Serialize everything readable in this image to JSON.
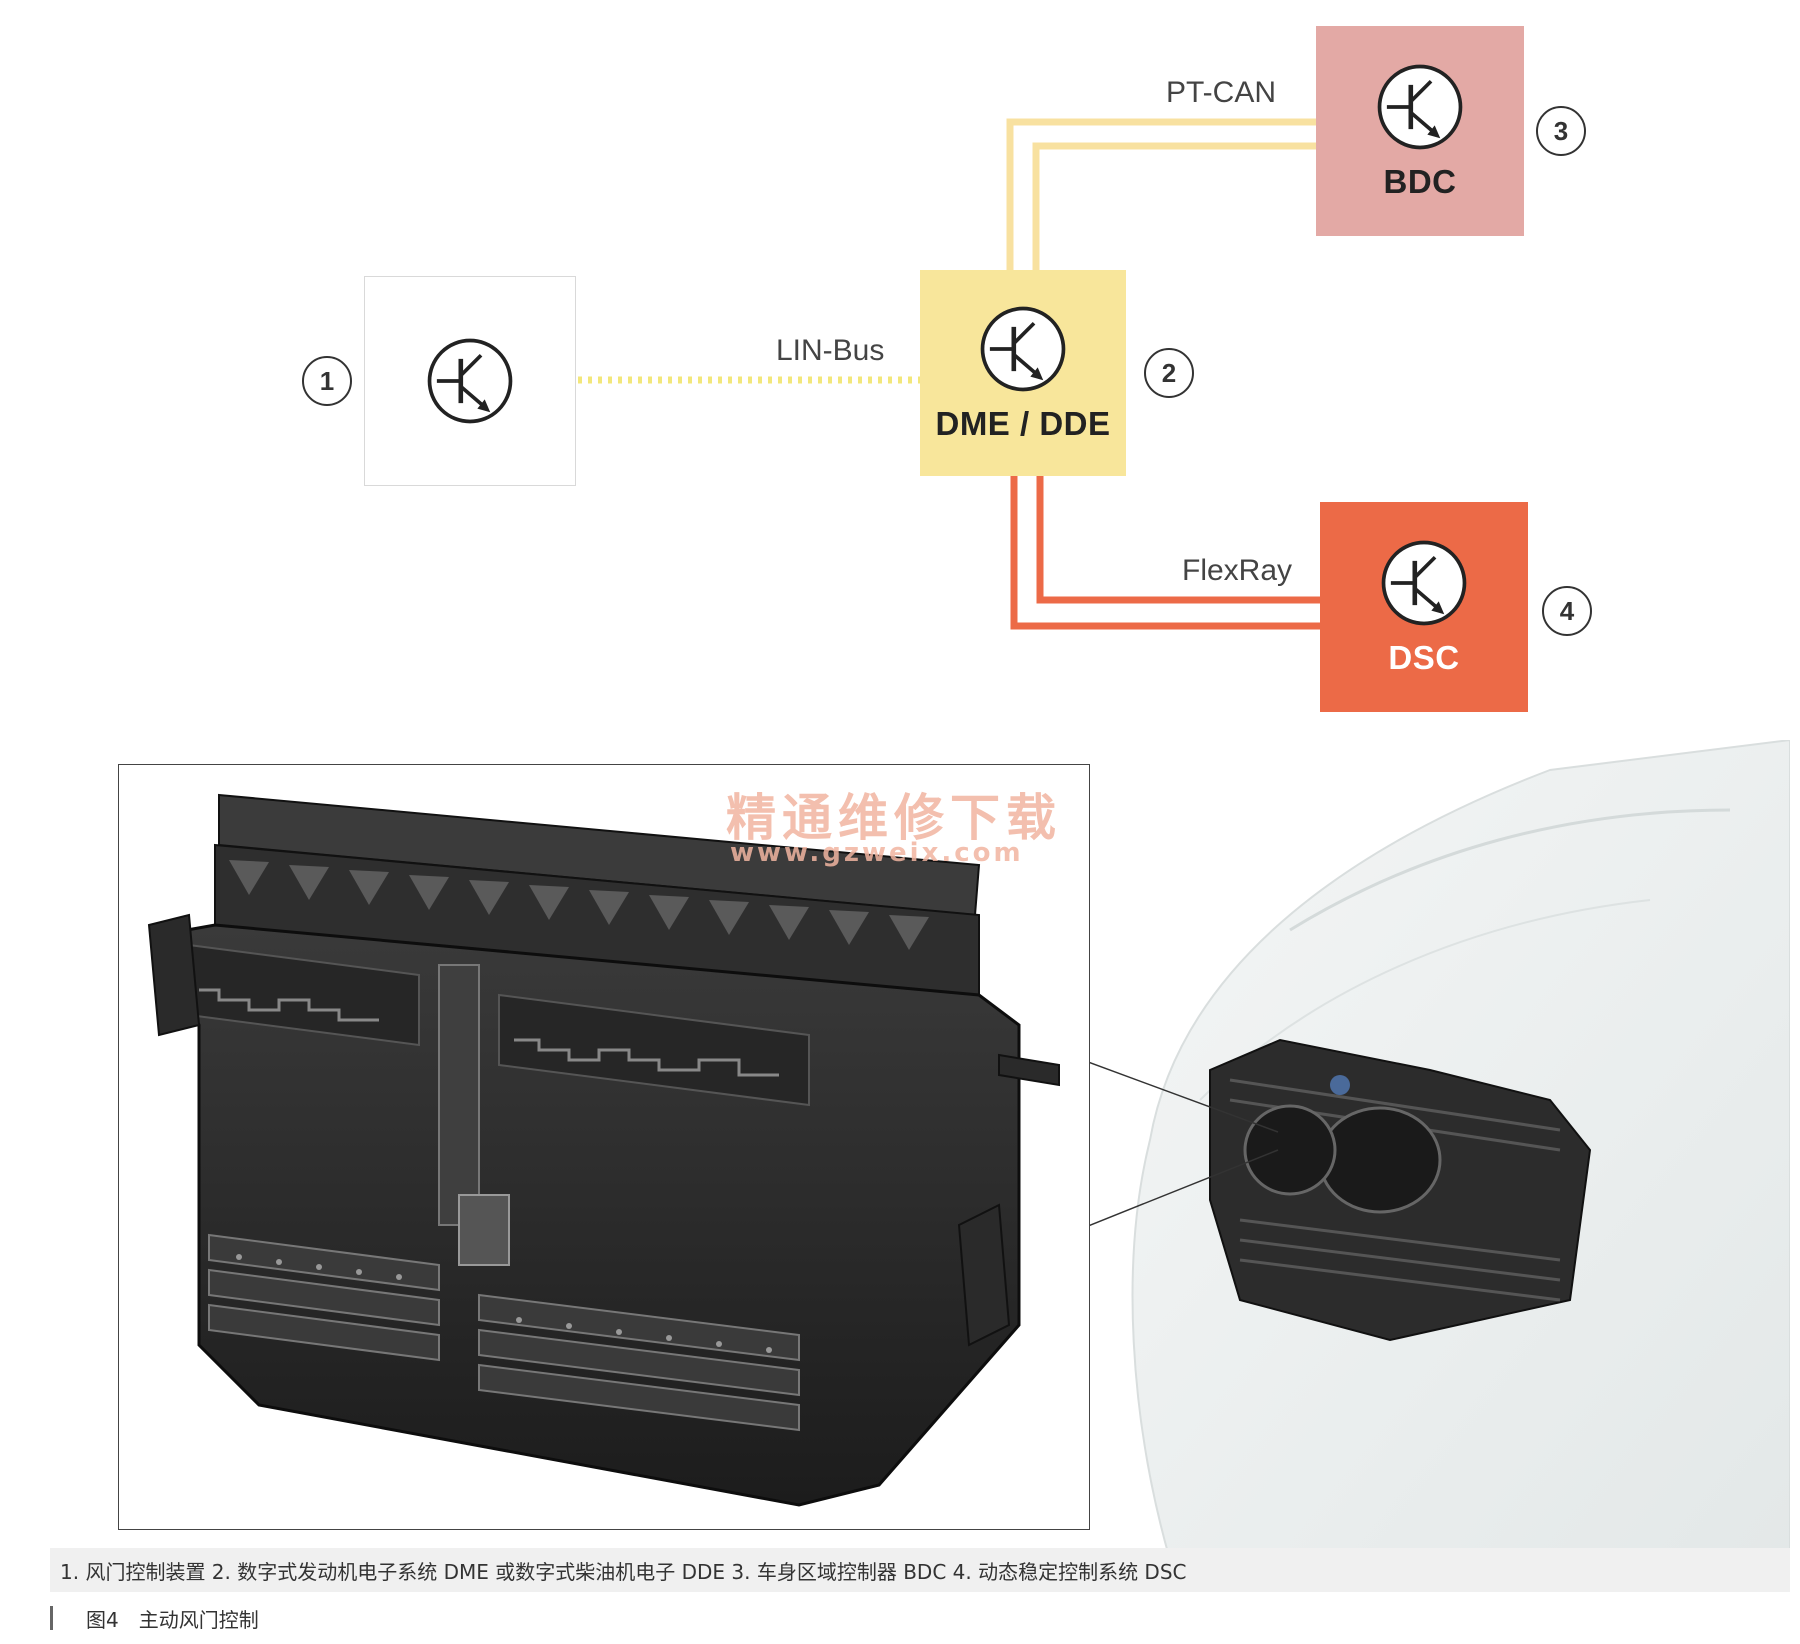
{
  "diagram": {
    "blocks": [
      {
        "id": "1",
        "label": "",
        "icon": "transistor-icon",
        "color": "#ffffff"
      },
      {
        "id": "2",
        "label": "DME / DDE",
        "icon": "transistor-icon",
        "color": "#f8e69b"
      },
      {
        "id": "3",
        "label": "BDC",
        "icon": "transistor-icon",
        "color": "#e3a9a5"
      },
      {
        "id": "4",
        "label": "DSC",
        "icon": "transistor-icon",
        "color": "#ec6a47"
      }
    ],
    "callouts": [
      "1",
      "2",
      "3",
      "4"
    ],
    "buses": {
      "lin": {
        "label": "LIN-Bus",
        "color": "#f3e77a"
      },
      "pt_can": {
        "label": "PT-CAN",
        "color": "#f8e1a0"
      },
      "flexray": {
        "label": "FlexRay",
        "color": "#ec6a47"
      }
    }
  },
  "watermark": {
    "title": "精通维修下载",
    "url": "www.gzweix.com"
  },
  "caption": {
    "legend": "1. 风门控制装置 2. 数字式发动机电子系统 DME 或数字式柴油机电子 DDE 3. 车身区域控制器 BDC 4. 动态稳定控制系统 DSC",
    "figure": "图4　主动风门控制"
  }
}
